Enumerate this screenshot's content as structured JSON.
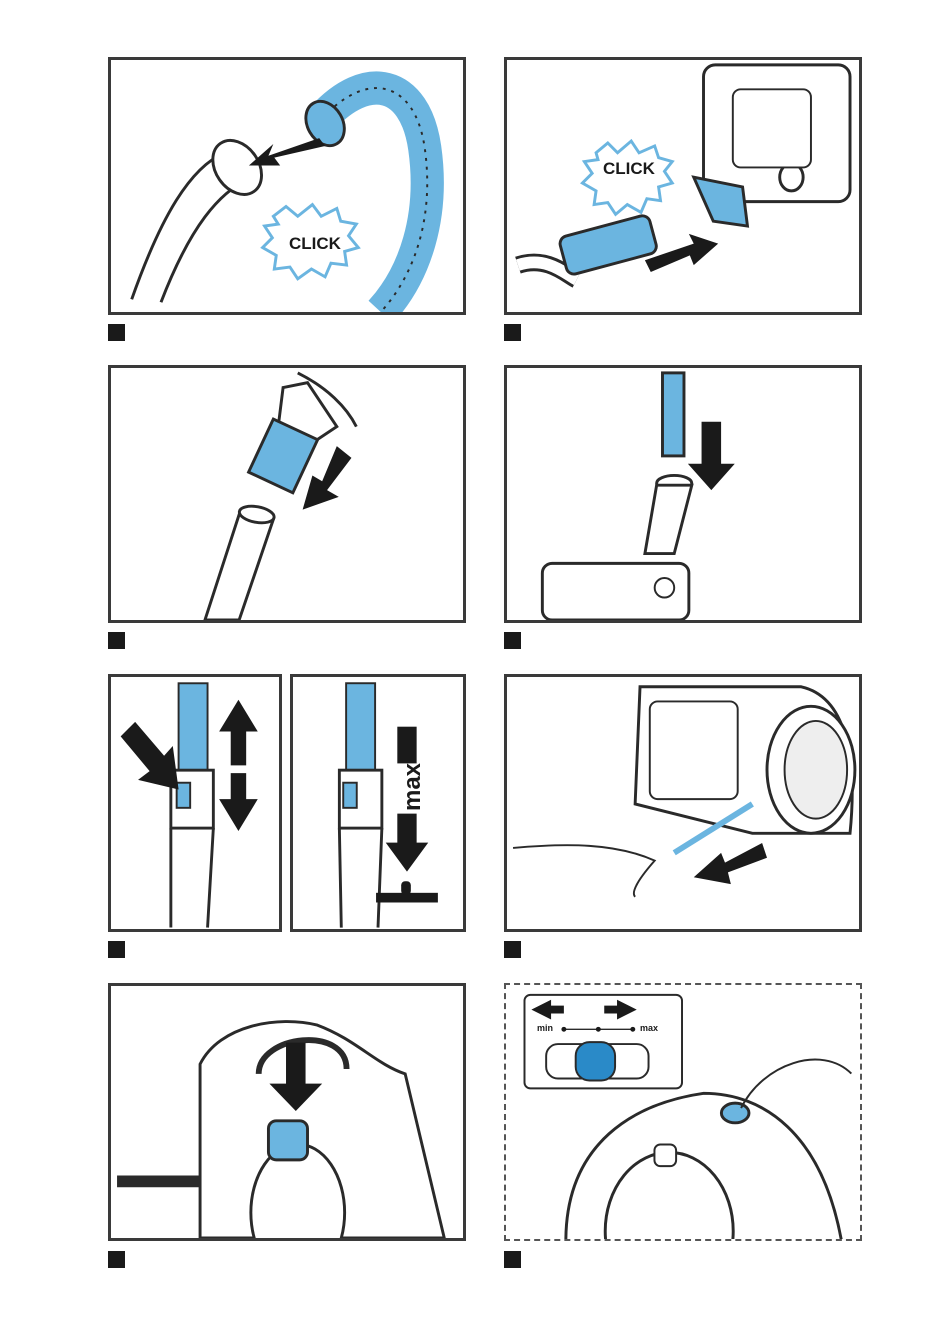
{
  "callouts": {
    "click_1": "CLICK",
    "click_2": "CLICK"
  },
  "telescopic": {
    "max_label": "max"
  },
  "slider": {
    "min_label": "min",
    "max_label": "max"
  },
  "colors": {
    "accent_blue": "#6bb5e0",
    "accent_blue_dark": "#2a8ac8",
    "line": "#2a2a2a",
    "frame": "#3a3a3a",
    "step_marker": "#1a1a1a"
  },
  "icons": [
    "arrow-icon",
    "click-burst-icon",
    "step-marker-icon"
  ]
}
